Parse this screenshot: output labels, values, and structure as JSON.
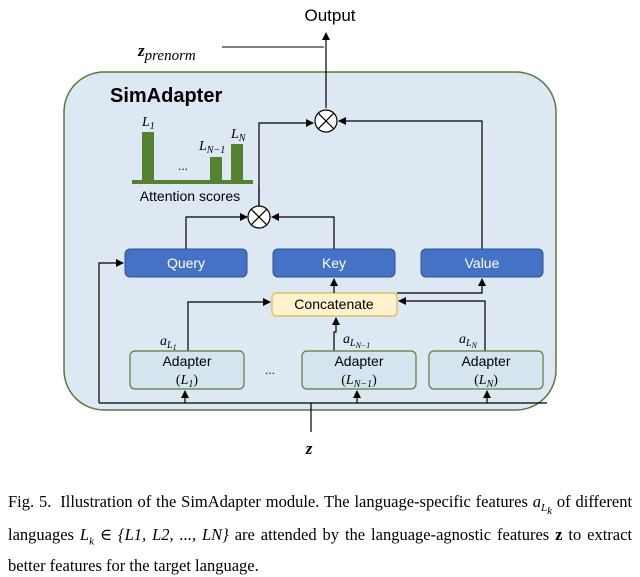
{
  "figure": {
    "output_label": "Output",
    "prenorm_label": "z",
    "prenorm_sub": "prenorm",
    "module_title": "SimAdapter",
    "attention_label": "Attention scores",
    "bar_labels": {
      "first": "L",
      "first_sub": "1",
      "mid": "L",
      "mid_sub": "N−1",
      "last": "L",
      "last_sub": "N"
    },
    "ellipsis": "...",
    "query_label": "Query",
    "key_label": "Key",
    "value_label": "Value",
    "concat_label": "Concatenate",
    "adapter_word": "Adapter",
    "adapters": [
      {
        "arg": "L",
        "arg_sub": "1",
        "a_sub": "L",
        "a_subsub": "1"
      },
      {
        "arg": "L",
        "arg_sub": "N−1",
        "a_sub": "L",
        "a_subsub": "N−1"
      },
      {
        "arg": "L",
        "arg_sub": "N",
        "a_sub": "L",
        "a_subsub": "N"
      }
    ],
    "a_symbol": "a",
    "input_label": "z",
    "colors": {
      "module_bg": "#dde8f3",
      "module_border": "#5a7a3a",
      "bar_green": "#548235",
      "qkv_blue": "#4472c4",
      "concat_yellow": "#fff2cc",
      "concat_border": "#d6b656",
      "adapter_bg": "#d6e4f0",
      "adapter_border": "#538135"
    }
  },
  "caption": {
    "label": "Fig. 5.",
    "text1": "Illustration of the SimAdapter module. The language-specific features",
    "a": "a",
    "a_sub": "L",
    "a_subsub": "k",
    "text2": "of different languages",
    "lk": "L",
    "lk_sub": "k",
    "set": "∈ {L1, L2, ..., LN}",
    "text3": "are attended by the",
    "text4": "language-agnostic features",
    "z": "z",
    "text5": "to extract better features for the target language."
  }
}
